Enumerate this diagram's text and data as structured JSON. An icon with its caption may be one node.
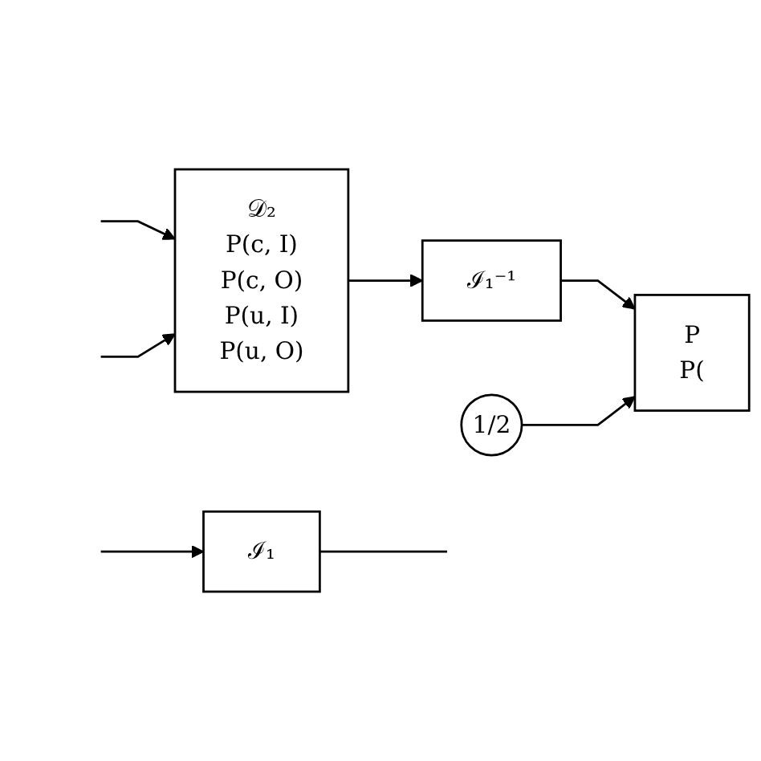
{
  "diagram": {
    "nodes": [
      {
        "text": [
          "𝒟₂",
          "P(c, I)",
          "P(c, O)",
          "P(u, I)",
          "P(u, O)"
        ]
      },
      {
        "text": [
          "ℐ₁⁻¹"
        ]
      },
      {
        "text": [
          "P",
          "P("
        ]
      },
      {
        "text": [
          "1/2"
        ]
      },
      {
        "text": [
          "ℐ₁"
        ]
      }
    ],
    "edges": [
      {
        "from": null,
        "to": 0,
        "arrow": "to"
      },
      {
        "from": null,
        "to": 0,
        "arrow": "to"
      },
      {
        "from": 0,
        "to": 1,
        "arrow": "to"
      },
      {
        "from": 1,
        "to": 2,
        "arrow": "to"
      },
      {
        "from": 3,
        "to": 2,
        "arrow": "to"
      },
      {
        "from": null,
        "to": 4,
        "arrow": "to"
      },
      {
        "from": 4,
        "to": null,
        "arrow": "none"
      }
    ]
  }
}
